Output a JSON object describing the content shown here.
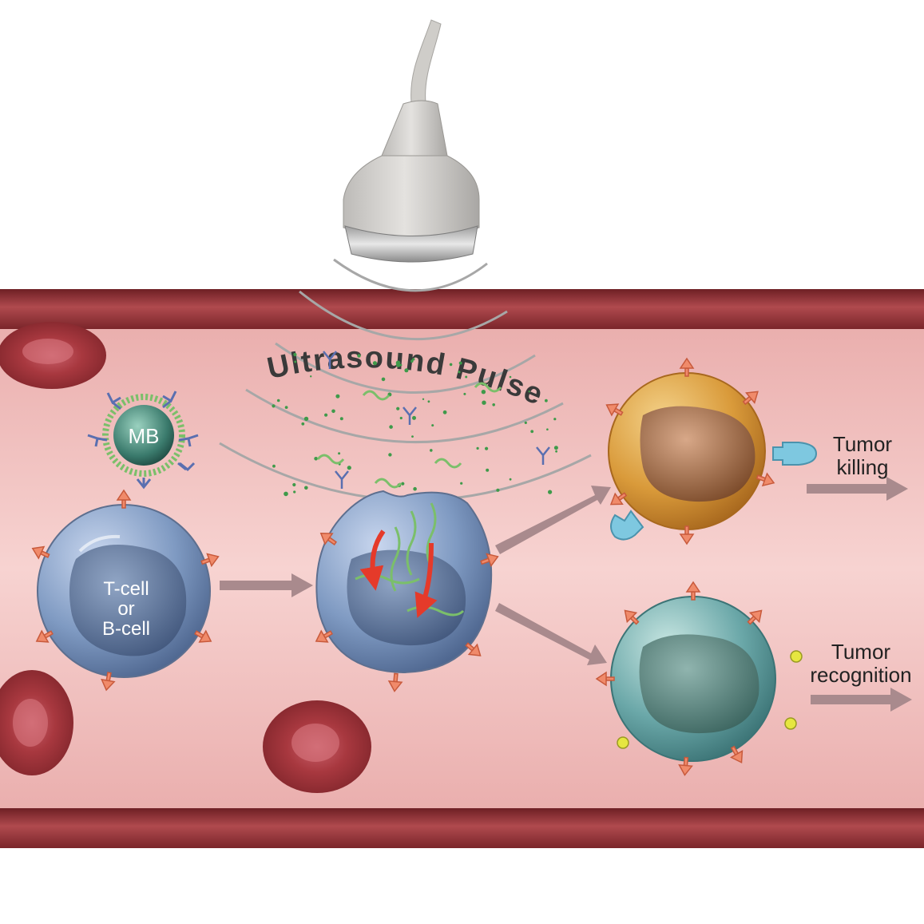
{
  "labels": {
    "microbubble": "MB",
    "cell_line1": "T-cell",
    "cell_line2": "or",
    "cell_line3": "B-cell",
    "ultrasound": "Ultrasound Pulse",
    "killing_line1": "Tumor",
    "killing_line2": "killing",
    "recognition_line1": "Tumor",
    "recognition_line2": "recognition"
  },
  "colors": {
    "vessel_wall": "#8e2f33",
    "lumen": "#f2c2c0",
    "lymphocyte": "#7f9ac2",
    "orange_cell": "#d99a3a",
    "teal_cell": "#6aa7a8",
    "arrow": "#a98a8d",
    "receptor": "#f08a6a",
    "dna": "#7bbf6a"
  }
}
